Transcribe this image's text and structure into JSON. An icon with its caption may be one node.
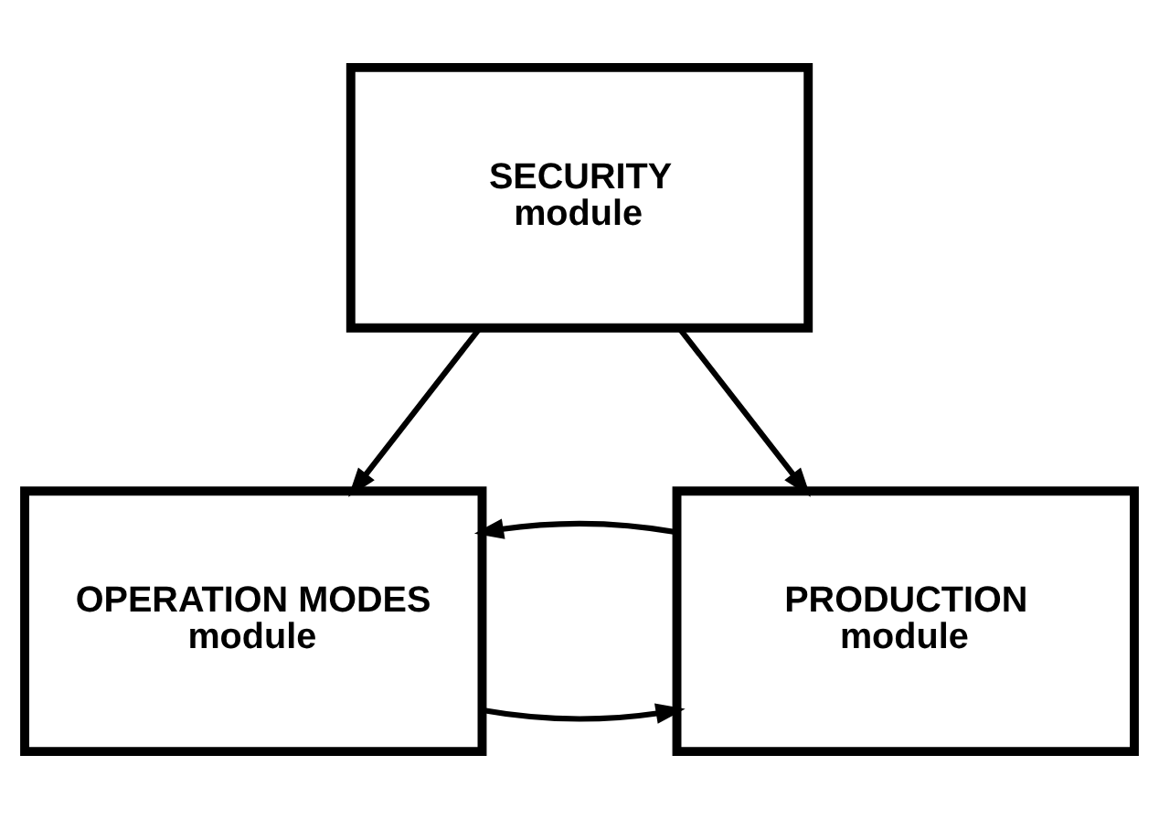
{
  "diagram": {
    "nodes": [
      {
        "text": [
          "SECURITY module"
        ]
      },
      {
        "text": [
          "OPERATION MODES module"
        ]
      },
      {
        "text": [
          "PRODUCTION module"
        ]
      }
    ],
    "edges": [
      {
        "from": 0,
        "to": 1,
        "arrow": "to"
      },
      {
        "from": 0,
        "to": 2,
        "arrow": "to"
      },
      {
        "from": 1,
        "to": 2,
        "arrow": "to"
      },
      {
        "from": 2,
        "to": 1,
        "arrow": "to"
      }
    ]
  }
}
